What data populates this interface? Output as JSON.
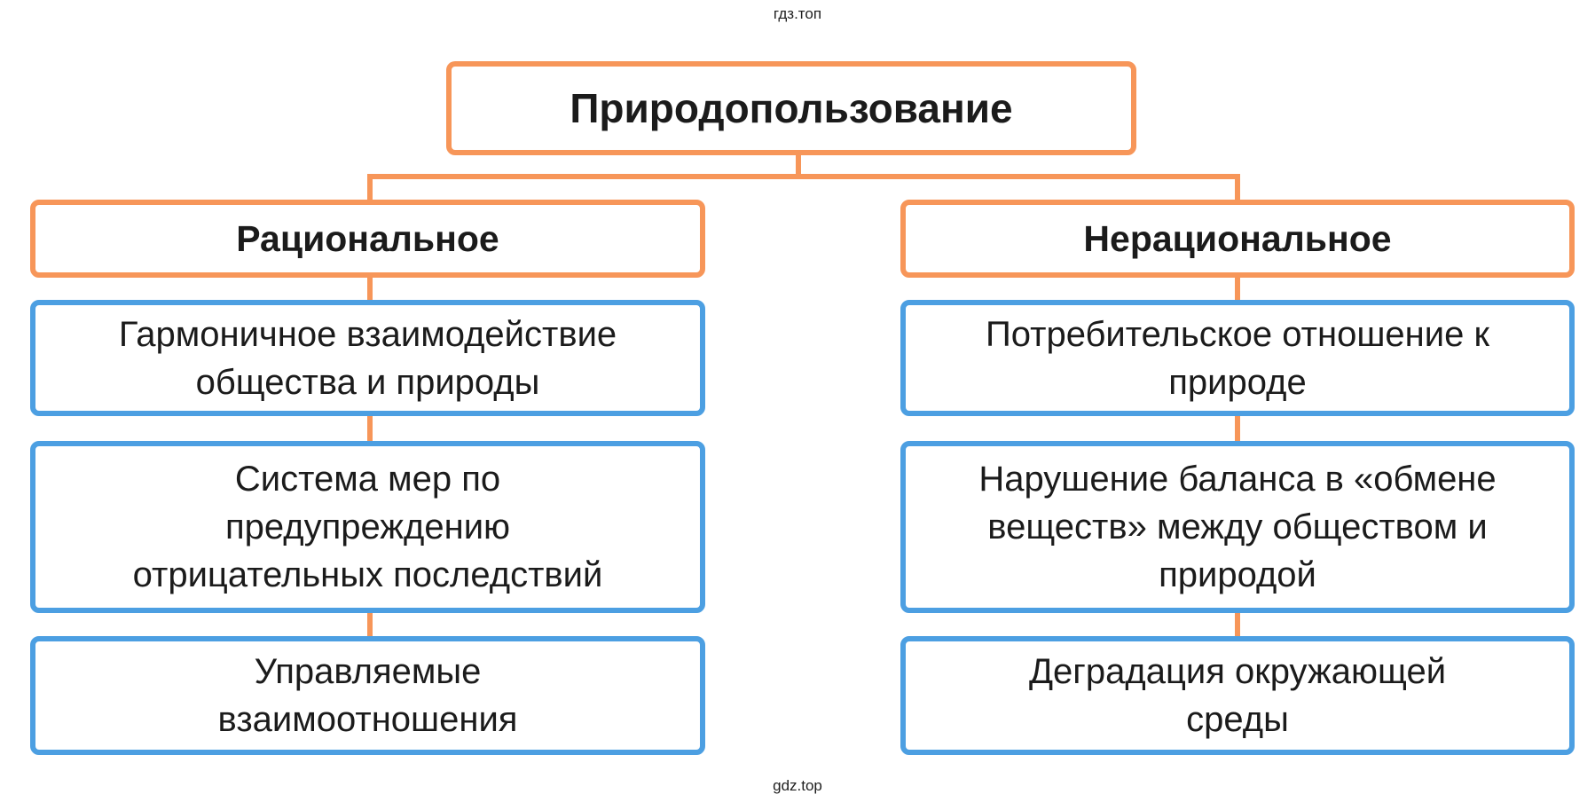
{
  "watermark_top": "гдз.топ",
  "watermark_bottom": "gdz.top",
  "colors": {
    "accent_orange": "#F79659",
    "accent_blue": "#4C9FE2",
    "text": "#1B1B1B",
    "background": "#FFFFFF"
  },
  "root": {
    "label": "Природопользование"
  },
  "branches": [
    {
      "label": "Рациональное",
      "items": [
        {
          "lines": [
            "Гармоничное взаимодействие",
            "общества и природы"
          ]
        },
        {
          "lines": [
            "Система мер по",
            "предупреждению",
            "отрицательных последствий"
          ]
        },
        {
          "lines": [
            "Управляемые",
            "взаимоотношения"
          ]
        }
      ]
    },
    {
      "label": "Нерациональное",
      "items": [
        {
          "lines": [
            "Потребительское отношение к",
            "природе"
          ]
        },
        {
          "lines": [
            "Нарушение баланса в «обмене",
            "веществ» между обществом и",
            "природой"
          ]
        },
        {
          "lines": [
            "Деградация окружающей",
            "среды"
          ]
        }
      ]
    }
  ]
}
